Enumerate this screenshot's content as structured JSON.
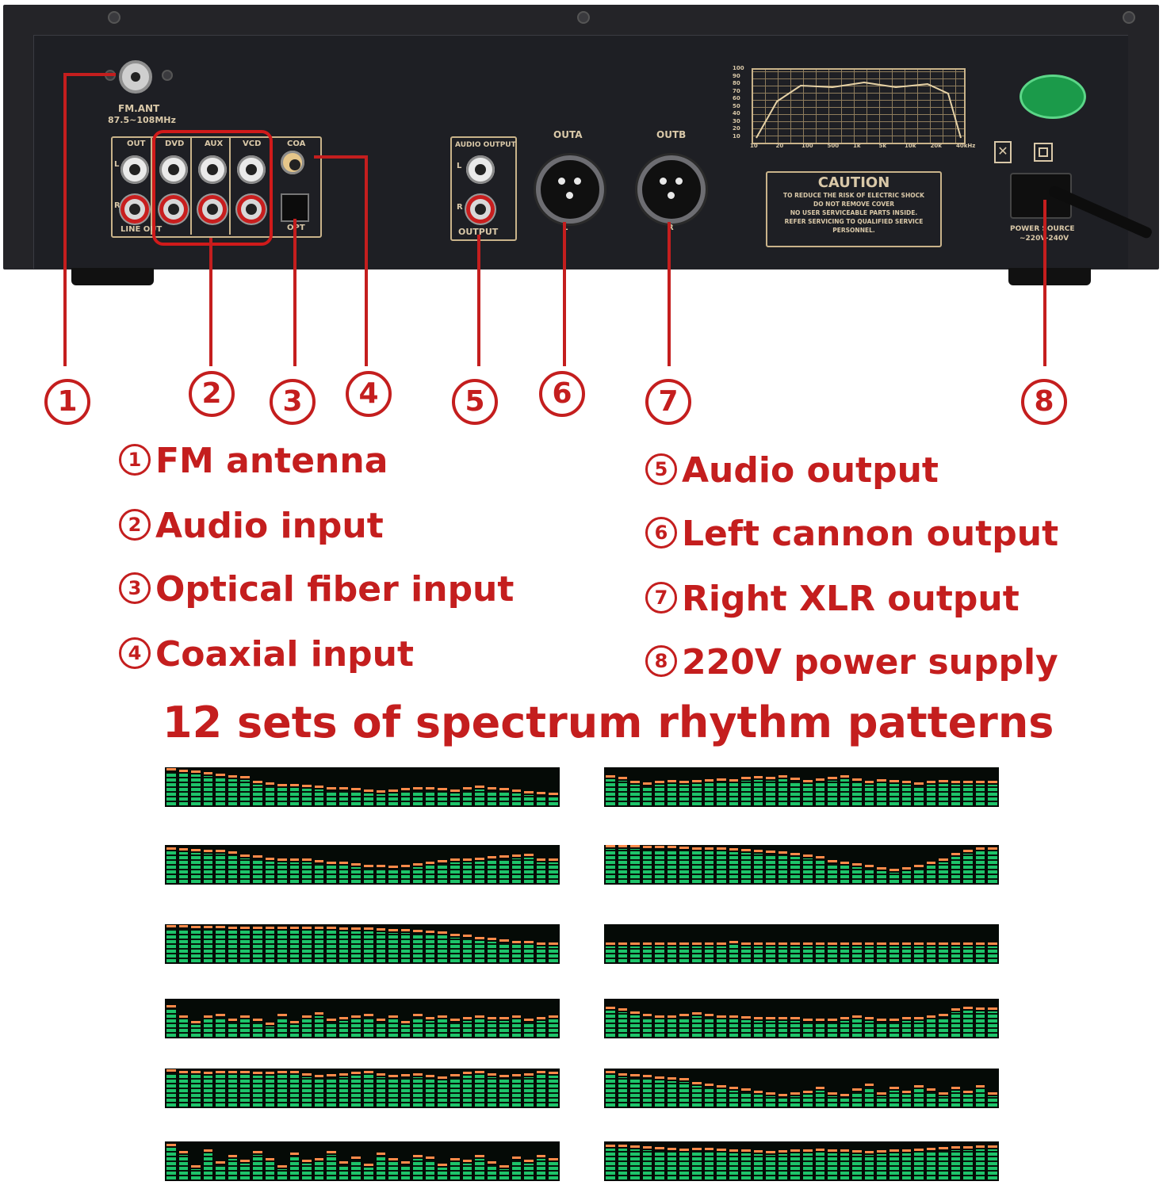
{
  "amplifier": {
    "fm_ant_label": "FM.ANT",
    "fm_range": "87.5~108MHz",
    "jack_labels": [
      "OUT",
      "DVD",
      "AUX",
      "VCD",
      "COA"
    ],
    "lr_labels": [
      "L",
      "R"
    ],
    "line_out": "LINE OUT",
    "opt_label": "OPT",
    "audio_output_label": "AUDIO OUTPUT",
    "output_label": "OUTPUT",
    "outa_label": "OUTA",
    "outb_label": "OUTB",
    "xlr_l": "L",
    "xlr_r": "R",
    "caution_title": "CAUTION",
    "caution_lines": [
      "TO REDUCE THE RISK OF ELECTRIC SHOCK",
      "DO NOT REMOVE COVER",
      "NO USER SERVICEABLE PARTS INSIDE.",
      "REFER SERVICING TO QUALIFIED SERVICE",
      "PERSONNEL."
    ],
    "graph_y_labels": [
      "100",
      "90",
      "80",
      "70",
      "60",
      "50",
      "40",
      "30",
      "20",
      "10"
    ],
    "graph_x_labels": [
      "10",
      "20",
      "100",
      "500",
      "1k",
      "5k",
      "10k",
      "20k",
      "40kHz"
    ],
    "power_label": "POWER SOURCE",
    "power_value": "~220V-240V"
  },
  "callouts": [
    "1",
    "2",
    "3",
    "4",
    "5",
    "6",
    "7",
    "8"
  ],
  "legend_left": [
    {
      "n": "1",
      "text": "FM antenna"
    },
    {
      "n": "2",
      "text": "Audio input"
    },
    {
      "n": "3",
      "text": "Optical fiber input"
    },
    {
      "n": "4",
      "text": "Coaxial input"
    }
  ],
  "legend_right": [
    {
      "n": "5",
      "text": "Audio output"
    },
    {
      "n": "6",
      "text": "Left cannon output"
    },
    {
      "n": "7",
      "text": "Right XLR output"
    },
    {
      "n": "8",
      "text": "220V power supply"
    }
  ],
  "headline": "12 sets of spectrum rhythm patterns",
  "colors": {
    "accent_red": "#c41e1e",
    "spectrum_green": "#1ec46a",
    "spectrum_peak": "#ff8a4a",
    "chassis": "#242428"
  },
  "spectrum_patterns": [
    [
      0.95,
      0.92,
      0.88,
      0.85,
      0.8,
      0.75,
      0.72,
      0.6,
      0.55,
      0.5,
      0.5,
      0.48,
      0.45,
      0.42,
      0.4,
      0.38,
      0.35,
      0.32,
      0.35,
      0.38,
      0.4,
      0.42,
      0.38,
      0.35,
      0.4,
      0.45,
      0.42,
      0.38,
      0.35,
      0.3,
      0.28,
      0.25
    ],
    [
      0.75,
      0.7,
      0.6,
      0.55,
      0.58,
      0.62,
      0.6,
      0.62,
      0.64,
      0.65,
      0.64,
      0.7,
      0.72,
      0.7,
      0.74,
      0.68,
      0.62,
      0.66,
      0.7,
      0.75,
      0.65,
      0.6,
      0.64,
      0.62,
      0.6,
      0.55,
      0.6,
      0.62,
      0.58,
      0.6,
      0.6,
      0.58
    ],
    [
      0.9,
      0.88,
      0.86,
      0.85,
      0.84,
      0.8,
      0.7,
      0.68,
      0.62,
      0.6,
      0.6,
      0.58,
      0.55,
      0.5,
      0.5,
      0.45,
      0.42,
      0.4,
      0.38,
      0.42,
      0.45,
      0.5,
      0.55,
      0.58,
      0.6,
      0.62,
      0.65,
      0.68,
      0.7,
      0.72,
      0.6,
      0.58
    ],
    [
      0.98,
      0.98,
      0.97,
      0.96,
      0.96,
      0.95,
      0.94,
      0.92,
      0.9,
      0.9,
      0.88,
      0.86,
      0.84,
      0.82,
      0.8,
      0.75,
      0.7,
      0.65,
      0.55,
      0.5,
      0.45,
      0.4,
      0.35,
      0.3,
      0.35,
      0.4,
      0.5,
      0.6,
      0.75,
      0.85,
      0.9,
      0.9
    ],
    [
      0.95,
      0.95,
      0.94,
      0.94,
      0.93,
      0.92,
      0.92,
      0.91,
      0.9,
      0.9,
      0.9,
      0.9,
      0.9,
      0.9,
      0.89,
      0.88,
      0.88,
      0.86,
      0.85,
      0.84,
      0.82,
      0.8,
      0.78,
      0.7,
      0.68,
      0.62,
      0.6,
      0.55,
      0.5,
      0.5,
      0.45,
      0.45
    ],
    [
      0.45,
      0.45,
      0.45,
      0.45,
      0.45,
      0.45,
      0.45,
      0.45,
      0.45,
      0.45,
      0.5,
      0.45,
      0.45,
      0.45,
      0.45,
      0.45,
      0.45,
      0.45,
      0.45,
      0.45,
      0.45,
      0.45,
      0.45,
      0.45,
      0.45,
      0.45,
      0.45,
      0.45,
      0.45,
      0.45,
      0.45,
      0.45
    ],
    [
      0.8,
      0.5,
      0.35,
      0.5,
      0.55,
      0.4,
      0.5,
      0.4,
      0.3,
      0.55,
      0.35,
      0.5,
      0.6,
      0.4,
      0.45,
      0.5,
      0.55,
      0.4,
      0.5,
      0.35,
      0.55,
      0.45,
      0.5,
      0.4,
      0.45,
      0.5,
      0.45,
      0.45,
      0.5,
      0.4,
      0.45,
      0.5
    ],
    [
      0.75,
      0.7,
      0.62,
      0.55,
      0.5,
      0.5,
      0.55,
      0.6,
      0.55,
      0.5,
      0.5,
      0.48,
      0.45,
      0.45,
      0.45,
      0.45,
      0.42,
      0.4,
      0.42,
      0.45,
      0.5,
      0.45,
      0.4,
      0.42,
      0.45,
      0.45,
      0.5,
      0.55,
      0.7,
      0.75,
      0.72,
      0.72
    ],
    [
      0.95,
      0.92,
      0.9,
      0.88,
      0.9,
      0.92,
      0.9,
      0.88,
      0.88,
      0.9,
      0.92,
      0.85,
      0.8,
      0.82,
      0.85,
      0.88,
      0.9,
      0.85,
      0.8,
      0.82,
      0.85,
      0.8,
      0.75,
      0.82,
      0.88,
      0.9,
      0.85,
      0.8,
      0.82,
      0.85,
      0.9,
      0.88
    ],
    [
      0.9,
      0.85,
      0.82,
      0.8,
      0.75,
      0.72,
      0.7,
      0.6,
      0.55,
      0.5,
      0.45,
      0.4,
      0.35,
      0.3,
      0.25,
      0.3,
      0.35,
      0.45,
      0.3,
      0.25,
      0.4,
      0.55,
      0.3,
      0.45,
      0.35,
      0.5,
      0.4,
      0.3,
      0.45,
      0.35,
      0.5,
      0.3
    ],
    [
      0.9,
      0.7,
      0.3,
      0.75,
      0.4,
      0.6,
      0.45,
      0.7,
      0.5,
      0.3,
      0.65,
      0.45,
      0.5,
      0.7,
      0.4,
      0.55,
      0.35,
      0.65,
      0.5,
      0.4,
      0.6,
      0.55,
      0.35,
      0.5,
      0.45,
      0.6,
      0.4,
      0.3,
      0.55,
      0.45,
      0.6,
      0.5
    ],
    [
      0.88,
      0.88,
      0.87,
      0.85,
      0.82,
      0.8,
      0.78,
      0.8,
      0.8,
      0.78,
      0.76,
      0.75,
      0.72,
      0.7,
      0.72,
      0.74,
      0.76,
      0.78,
      0.76,
      0.74,
      0.72,
      0.7,
      0.72,
      0.74,
      0.76,
      0.78,
      0.8,
      0.82,
      0.84,
      0.85,
      0.86,
      0.86
    ]
  ]
}
